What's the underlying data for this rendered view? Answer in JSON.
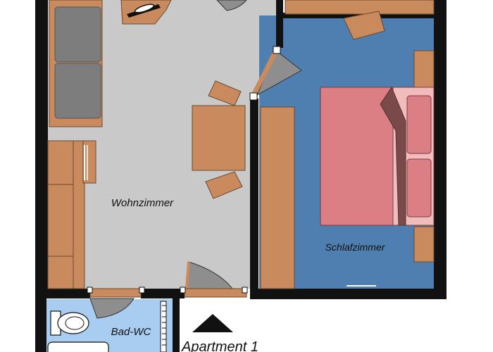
{
  "rooms": {
    "living": "Wohnzimmer",
    "bedroom": "Schlafzimmer",
    "bath": "Bad-WC"
  },
  "apartment_label": "Apartment 1",
  "colors": {
    "wall": "#111111",
    "living_floor": "#c9c9c9",
    "bedroom_floor": "#4f7fb0",
    "bath_floor": "#a9cdf0",
    "furniture": "#c98a5e",
    "furniture_edge": "#6b4a2f",
    "sofa": "#7d7d7d",
    "bed_frame": "#f1bcbc",
    "bed_cover": "#db7f84",
    "door_swing": "#8e8e8e"
  },
  "icons": [
    "entrance-arrow-icon",
    "tv-icon",
    "toilet-icon",
    "bathtub-icon",
    "door-swing-icon"
  ]
}
